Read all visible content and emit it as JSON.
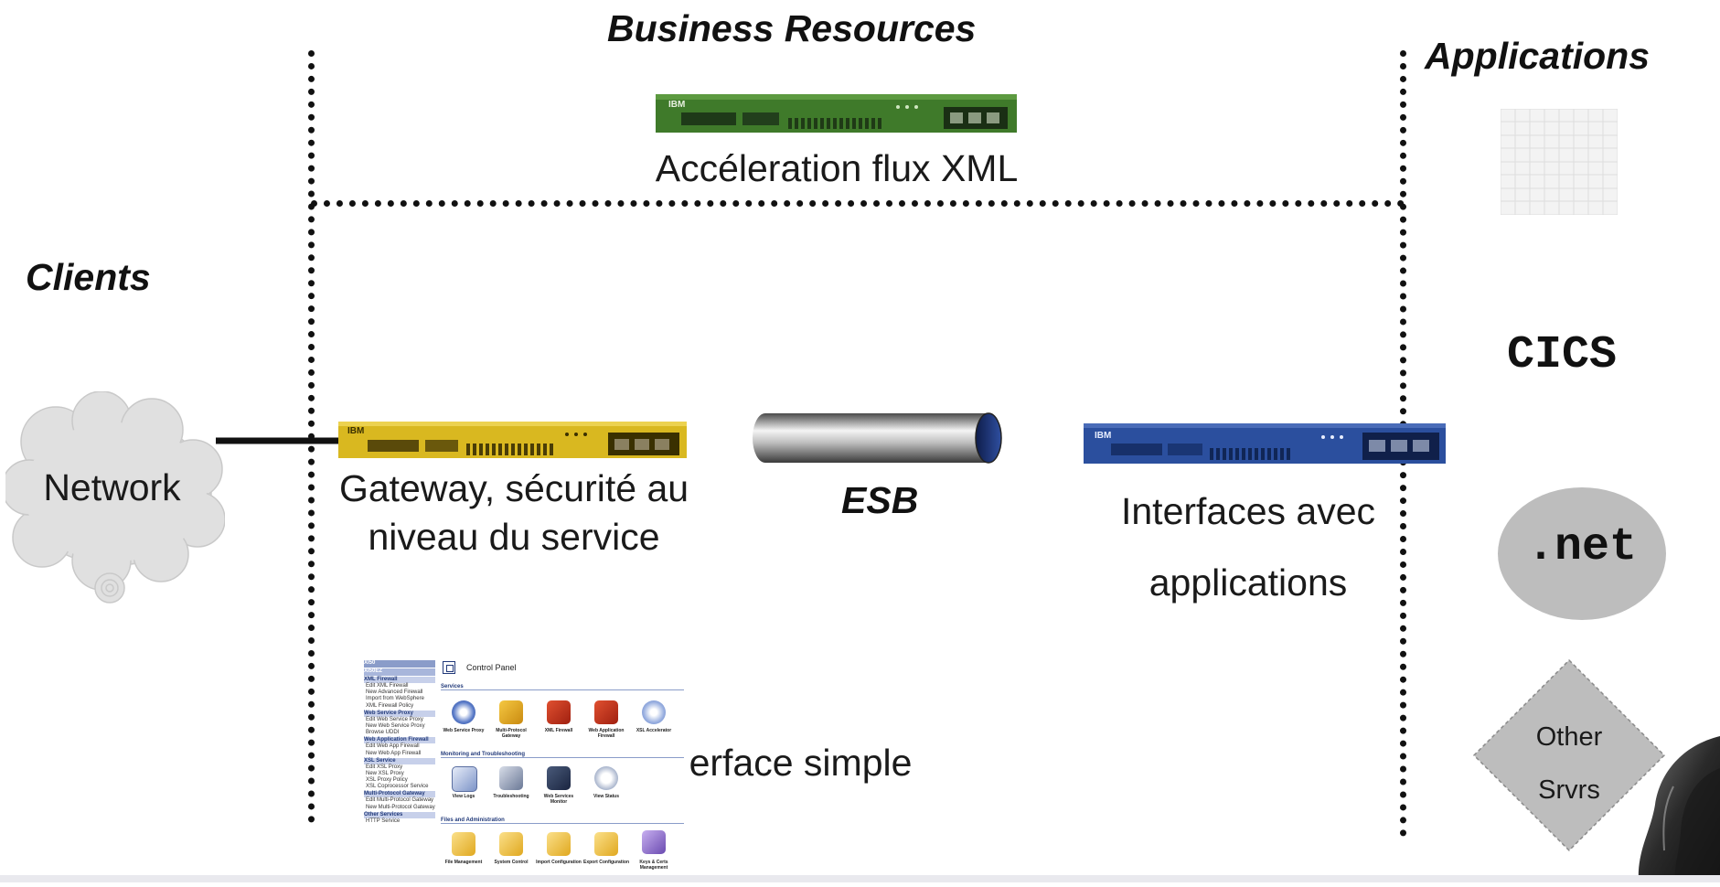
{
  "headings": {
    "business_resources": "Business Resources",
    "applications": "Applications",
    "clients": "Clients"
  },
  "network": {
    "label": "Network"
  },
  "xml_acceleration": {
    "label": "Accéleration flux XML"
  },
  "gateway": {
    "line1": "Gateway,  sécurité au",
    "line2": "niveau du service"
  },
  "esb": {
    "label": "ESB"
  },
  "app_interfaces": {
    "line1": "Interfaces avec",
    "line2": "applications"
  },
  "simple_interface": {
    "label": "Interface simple"
  },
  "applications_list": {
    "cics": "CICS",
    "dotnet": ".net",
    "other_line1": "Other",
    "other_line2": "Srvrs"
  },
  "appliances": {
    "brand": "IBM"
  },
  "colors": {
    "gateway_yellow": "#d9b820",
    "xml_green": "#3f7a2a",
    "blue_appliance": "#2b4f9e",
    "diagram_line": "#111111"
  },
  "control_panel": {
    "title": "Control Panel",
    "sections": {
      "services": "Services",
      "monitoring": "Monitoring and Troubleshooting",
      "files": "Files and Administration"
    },
    "services_items": [
      "Web Service Proxy",
      "Multi-Protocol Gateway",
      "XML Firewall",
      "Web Application Firewall",
      "XSL Accelerator"
    ],
    "monitoring_items": [
      "View Logs",
      "Troubleshooting",
      "Web Services Monitor",
      "View Status"
    ],
    "files_items": [
      "File Management",
      "System Control",
      "Import Configuration",
      "Export Configuration",
      "Keys & Certs Management"
    ],
    "nav": {
      "header1": "XI50",
      "header2": "XI50EZ",
      "sections": [
        {
          "title": "XML Firewall",
          "items": [
            "Edit XML Firewall",
            "New Advanced Firewall",
            "Import from WebSphere",
            "XML Firewall Policy"
          ]
        },
        {
          "title": "Web Service Proxy",
          "items": [
            "Edit Web Service Proxy",
            "New Web Service Proxy",
            "Browse UDDI"
          ]
        },
        {
          "title": "Web Application Firewall",
          "items": [
            "Edit Web App Firewall",
            "New Web App Firewall"
          ]
        },
        {
          "title": "XSL Service",
          "items": [
            "Edit XSL Proxy",
            "New XSL Proxy",
            "XSL Proxy Policy",
            "XSL Coprocessor Service"
          ]
        },
        {
          "title": "Multi-Protocol Gateway",
          "items": [
            "Edit Multi-Protocol Gateway",
            "New Multi-Protocol Gateway"
          ]
        },
        {
          "title": "Other Services",
          "items": [
            "HTTP Service"
          ]
        }
      ]
    }
  }
}
